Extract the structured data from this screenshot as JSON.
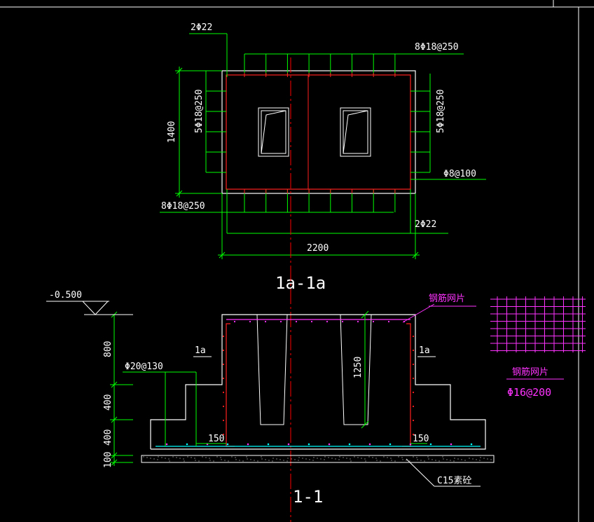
{
  "colors": {
    "background": "#000000",
    "outline": "#ffffff",
    "dimension": "#00ff00",
    "rebar_red": "#ff2020",
    "mesh_magenta": "#ff33ff",
    "centerline": "#ff0000",
    "bottom_bars": "#00ffff"
  },
  "plan": {
    "title": "1a-1a",
    "label_top_bars": "2Φ22",
    "label_top_stirrups": "8Φ18@250",
    "label_left_bars": "5Φ18@250",
    "label_right_bars": "5Φ18@250",
    "label_hoop": "Φ8@100",
    "label_bottom_stirrups": "8Φ18@250",
    "label_bottom_bars": "2Φ22",
    "dim_width": "2200",
    "dim_height": "1400"
  },
  "section": {
    "title": "1-1",
    "elevation": "-0.500",
    "label_mesh": "钢筋网片",
    "label_bars": "Φ20@130",
    "cut_left": "1a",
    "cut_right": "1a",
    "dim_socket": "1250",
    "dim_150_left": "150",
    "dim_150_right": "150",
    "dim_800": "800",
    "dim_400_upper": "400",
    "dim_400_lower": "400",
    "dim_100": "100",
    "label_concrete": "C15素砼"
  },
  "detail": {
    "title": "钢筋网片",
    "spec": "Φ16@200"
  }
}
